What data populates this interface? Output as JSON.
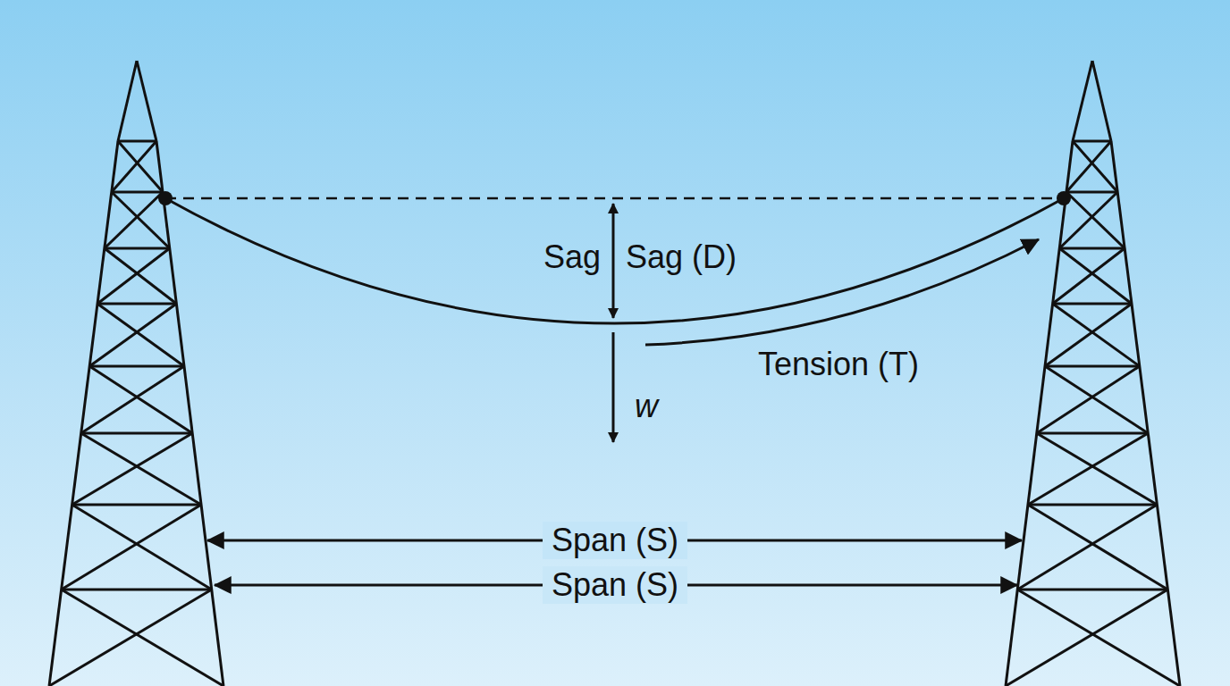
{
  "diagram": {
    "labels": [
      "Sag",
      "Sag (D)",
      "Tension (T)",
      "w",
      "Span (S)",
      "Span (S)"
    ]
  }
}
